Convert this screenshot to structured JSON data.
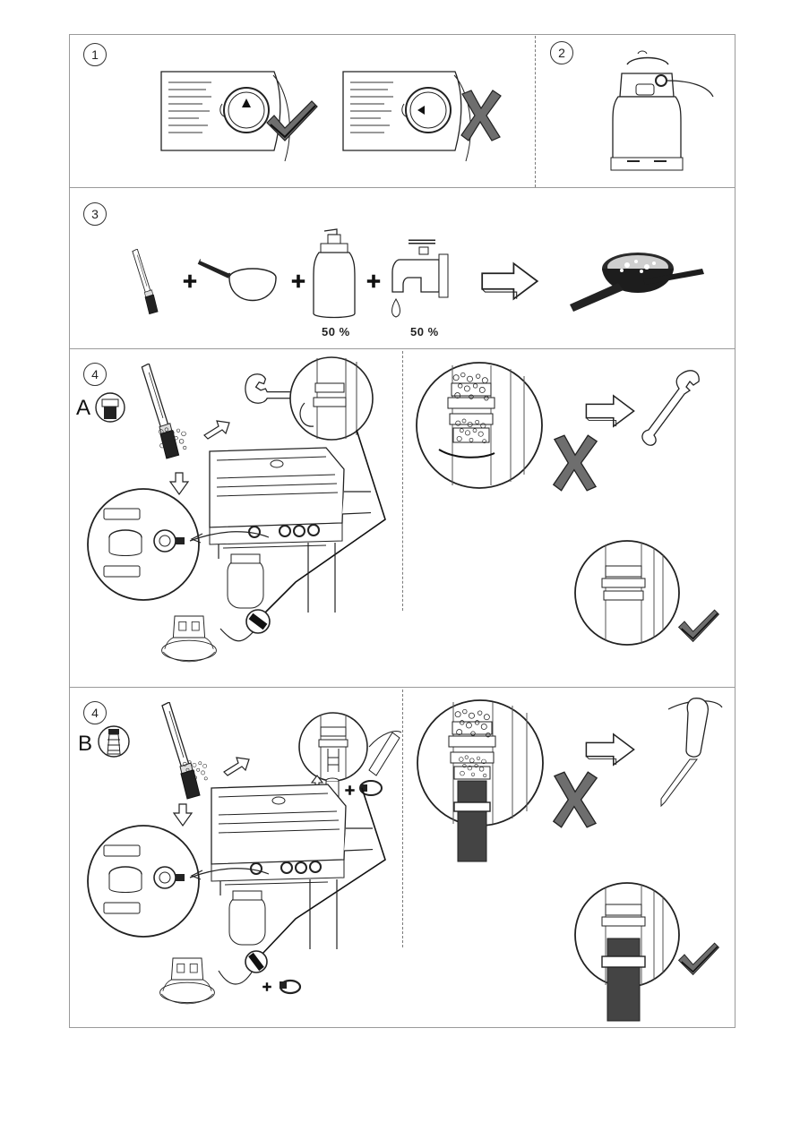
{
  "steps": {
    "s1": {
      "number": "1"
    },
    "s2": {
      "number": "2"
    },
    "s3": {
      "number": "3",
      "soap_label": "soap",
      "soap_percent": "50 %",
      "water_percent": "50 %"
    },
    "s4a": {
      "number": "4",
      "variant": "A"
    },
    "s4b": {
      "number": "4",
      "variant": "B"
    }
  },
  "icons": {
    "correct": "check-mark-icon",
    "wrong": "cross-mark-icon",
    "next": "arrow-right-icon",
    "plus": "plus-icon"
  },
  "colors": {
    "frame": "#9a9a9a",
    "mark": "#555555",
    "ink": "#1a1a1a"
  }
}
